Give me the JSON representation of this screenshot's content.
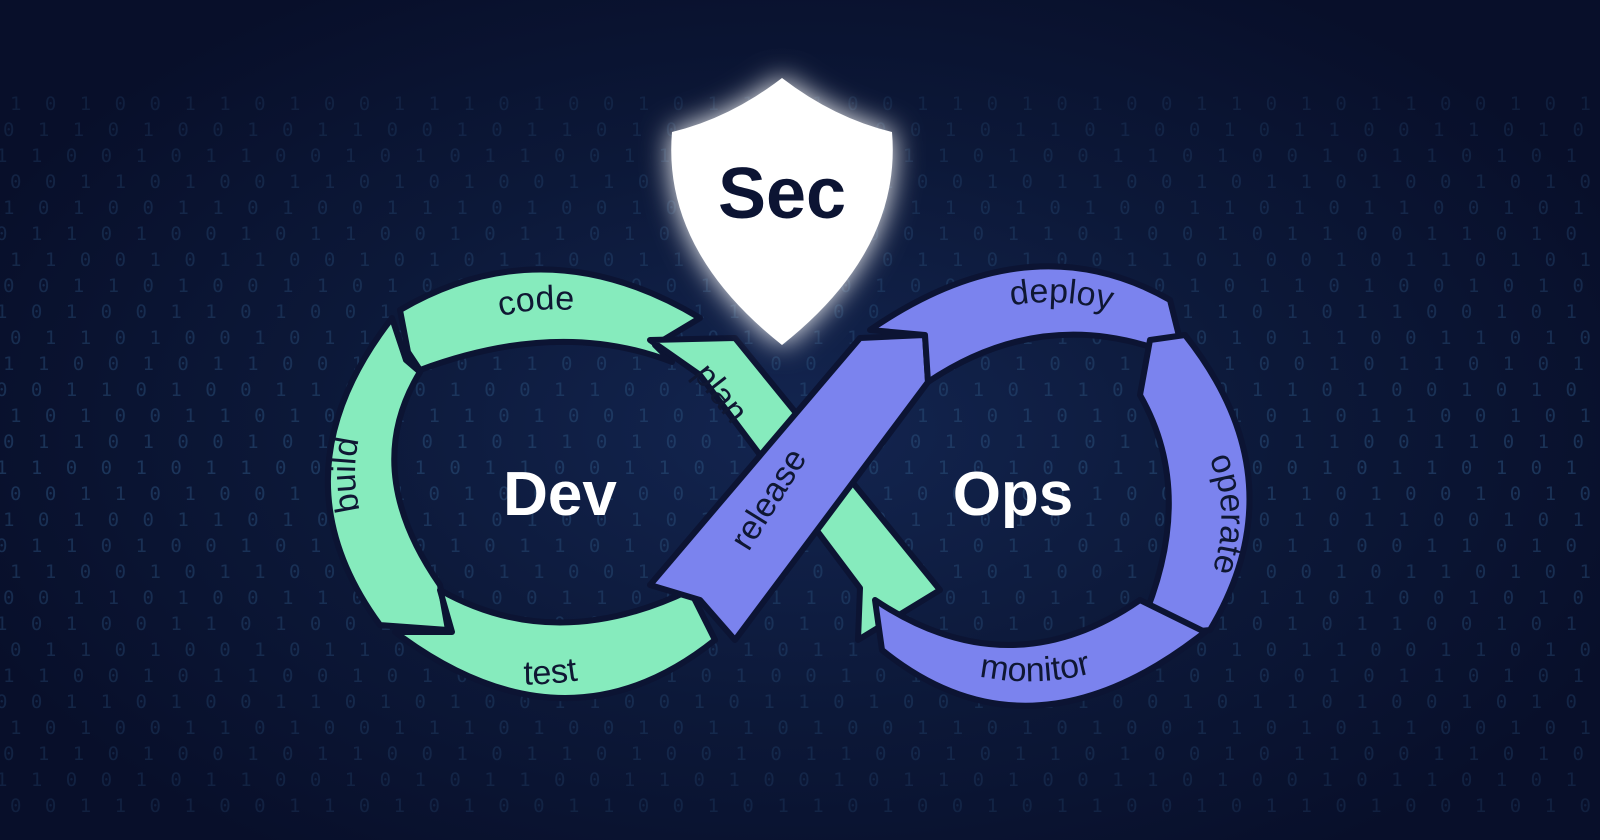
{
  "labels": {
    "sec": "Sec",
    "dev": "Dev",
    "ops": "Ops"
  },
  "segments": {
    "code": "code",
    "build": "build",
    "test": "test",
    "plan": "plan",
    "release": "release",
    "deploy": "deploy",
    "operate": "operate",
    "monitor": "monitor"
  },
  "binary_text": [
    "1 0 1 0 0 1 1 0 1 0 0 1 1 1 0 1 0 0 1 0 1 1 0 1 0 0 1 1 0 1 0 1 0 0 1 1 0 1 0 1 1 0 0 1 0 1 1 0 1 0 0 1",
    "0 1 1 0 1 0 0 1 0 1 1 0 0 1 0 1 1 0 1 0 0 1 0 1 1 0 0 1 0 1 1 0 1 0 0 1 0 1 1 0 0 1 1 0 1 0 0 1 0 1 1 0",
    "1 1 0 0 1 0 1 1 0 0 1 0 1 0 1 1 0 0 1 1 0 1 0 0 1 0 1 1 0 1 0 0 1 1 0 1 0 0 1 0 1 1 0 1 0 1 0 0 1 1 0 1",
    "0 0 1 1 0 1 0 0 1 1 0 1 0 1 0 0 1 1 0 0 1 0 1 1 0 1 0 0 1 0 1 1 0 0 1 0 1 1 0 1 0 0 1 0 1 0 1 1 0 0 1 0"
  ],
  "colors": {
    "background": "#0a1232",
    "dev_loop": "#86ebbd",
    "ops_loop": "#7b83ee",
    "loop_outline": "#0c1433",
    "shield": "#ffffff",
    "binary": "#2a4f7a"
  },
  "icons": [
    "shield-icon"
  ]
}
